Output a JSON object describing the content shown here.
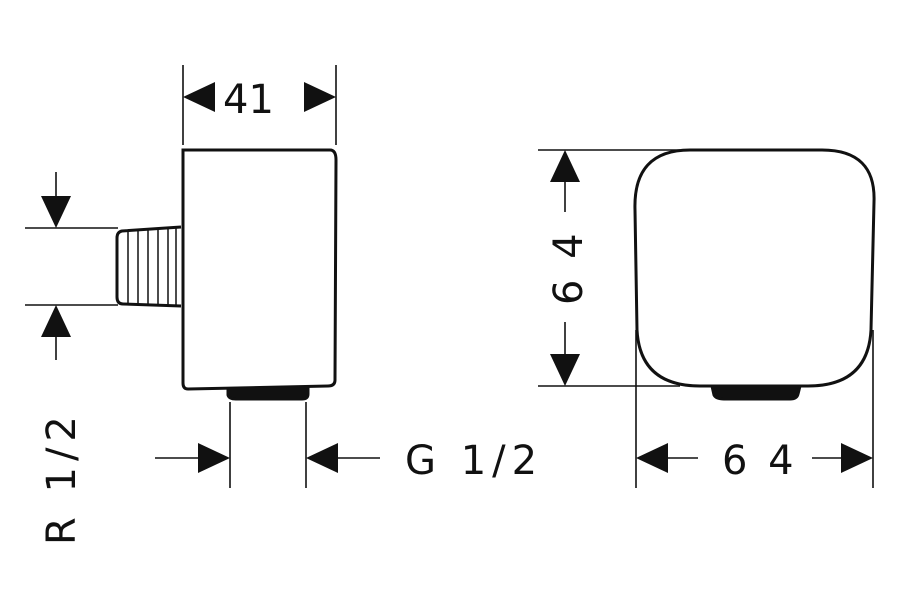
{
  "dimensions": {
    "side_width": "41",
    "front_height": "6 4",
    "front_width": "6 4",
    "inlet_thread": "R 1/2",
    "outlet_thread": "G 1/2"
  },
  "colors": {
    "line": "#111111",
    "background": "#ffffff"
  }
}
